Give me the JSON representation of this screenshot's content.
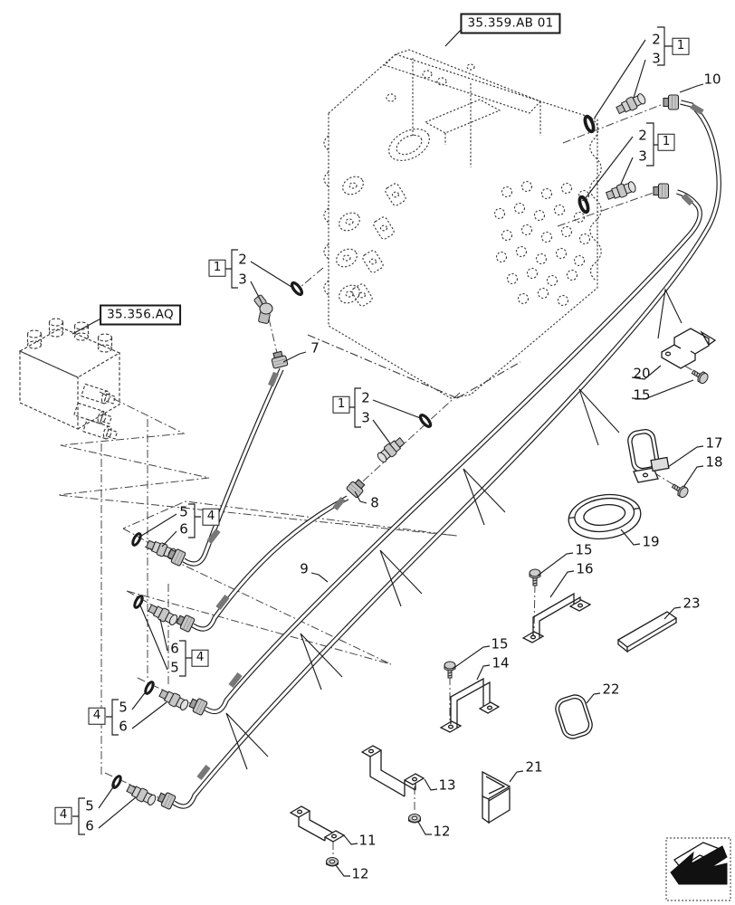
{
  "diagram": {
    "title_refs": {
      "main_valve": "35.359.AB 01",
      "pilot_valve": "35.356.AQ"
    },
    "callouts": {
      "n1": "1",
      "n2": "2",
      "n3": "3",
      "n4": "4",
      "n5": "5",
      "n6": "6",
      "n7": "7",
      "n8": "8",
      "n9": "9",
      "n10": "10",
      "n11": "11",
      "n12": "12",
      "n13": "13",
      "n14": "14",
      "n15": "15",
      "n16": "16",
      "n17": "17",
      "n18": "18",
      "n19": "19",
      "n20": "20",
      "n21": "21",
      "n22": "22",
      "n23": "23"
    },
    "icons": {
      "orientation_arrow": "bent-left-arrow"
    }
  }
}
